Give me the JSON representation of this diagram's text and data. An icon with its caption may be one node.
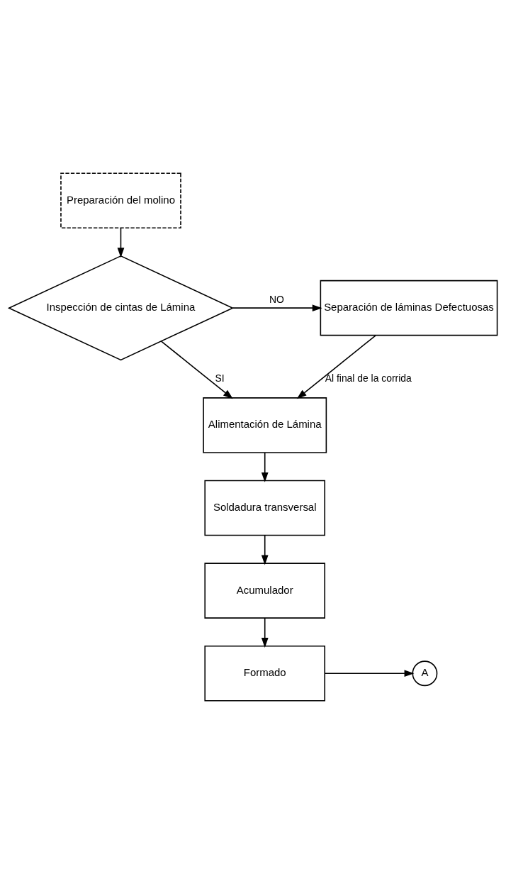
{
  "diagram": {
    "nodes": [
      {
        "text": [
          "Preparación del molino"
        ]
      },
      {
        "text": [
          "Inspección de cintas de Lámina"
        ]
      },
      {
        "text": [
          "Separación de láminas Defectuosas"
        ]
      },
      {
        "text": [
          "Alimentación de Lámina"
        ]
      },
      {
        "text": [
          "Soldadura transversal"
        ]
      },
      {
        "text": [
          "Acumulador"
        ]
      },
      {
        "text": [
          "Formado"
        ]
      },
      {
        "text": [
          "A"
        ]
      }
    ],
    "edges": [
      {
        "from": 0,
        "to": 1,
        "arrow": "to"
      },
      {
        "from": 1,
        "to": 2,
        "arrow": "to",
        "label": "NO"
      },
      {
        "from": 1,
        "to": 3,
        "arrow": "to",
        "label": "SI"
      },
      {
        "from": 2,
        "to": 3,
        "arrow": "to",
        "label": "Al final de la corrida"
      },
      {
        "from": 3,
        "to": 4,
        "arrow": "to"
      },
      {
        "from": 4,
        "to": 5,
        "arrow": "to"
      },
      {
        "from": 5,
        "to": 6,
        "arrow": "to"
      },
      {
        "from": 6,
        "to": 7,
        "arrow": "to"
      }
    ]
  }
}
